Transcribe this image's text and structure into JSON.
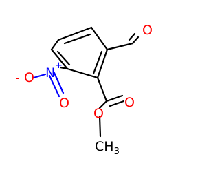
{
  "molecule": {
    "atoms": {
      "aldehyde_oxygen": "O",
      "nitro_nitrogen": "N",
      "nitro_charge_plus": "+",
      "nitro_oxygen_single": "O",
      "nitro_charge_minus": "-",
      "nitro_oxygen_double": "O",
      "ester_oxygen_carbonyl": "O",
      "ester_oxygen_single": "O",
      "methyl_carbon": "CH",
      "methyl_subscript": "3"
    }
  },
  "colors": {
    "bond": "#000000",
    "oxygen": "#ff0000",
    "nitrogen": "#0000ff",
    "carbon": "#000000"
  }
}
